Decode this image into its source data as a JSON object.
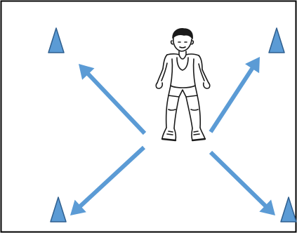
{
  "diagram": {
    "description_type": "wrestling-agility-drill",
    "colors": {
      "arrow": "#5b9bd5",
      "cone_fill": "#5b9bd5",
      "cone_stroke": "#2f5f8f",
      "frame_border": "#000000",
      "figure_stroke": "#1a1a1a"
    },
    "cones": [
      {
        "id": "cone-top-left",
        "position": "top-left"
      },
      {
        "id": "cone-top-right",
        "position": "top-right"
      },
      {
        "id": "cone-bottom-left",
        "position": "bottom-left"
      },
      {
        "id": "cone-bottom-right",
        "position": "bottom-right"
      }
    ],
    "arrows": [
      {
        "id": "arrow-to-top-left",
        "direction": "up-left"
      },
      {
        "id": "arrow-to-top-right",
        "direction": "up-right"
      },
      {
        "id": "arrow-to-bottom-left",
        "direction": "down-left"
      },
      {
        "id": "arrow-to-bottom-right",
        "direction": "down-right"
      }
    ],
    "figure": {
      "icon": "wrestler-stance-figure"
    }
  }
}
